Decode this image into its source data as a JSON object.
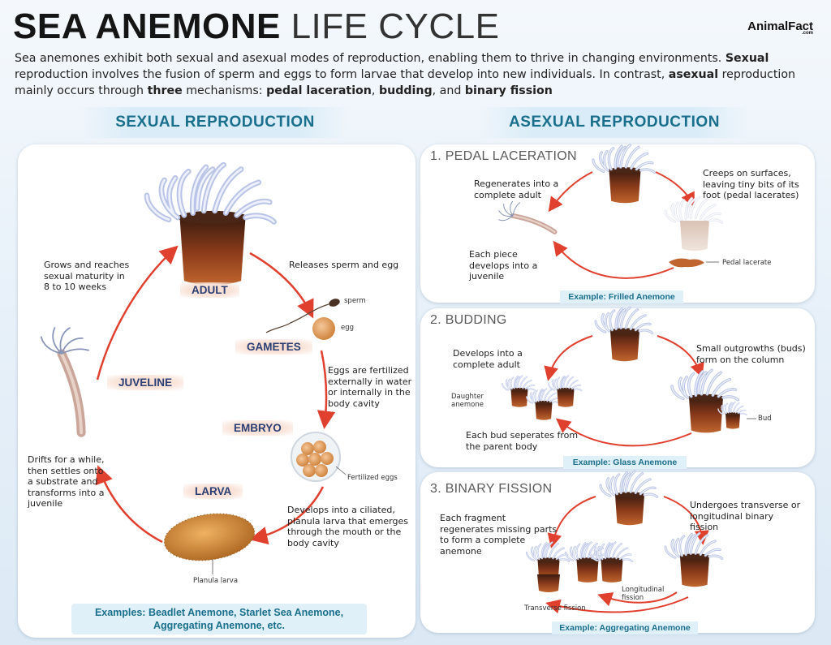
{
  "header": {
    "title_bold": "SEA ANEMONE",
    "title_light": "LIFE CYCLE",
    "brand": "AnimalFact",
    "brand_sub": ".com"
  },
  "intro": {
    "p1": "Sea anemones exhibit both sexual and asexual modes of reproduction, enabling them to thrive in changing environments. ",
    "b1": "Sexual",
    "p2": " reproduction involves the fusion of sperm and eggs to form larvae that develop into new individuals. In contrast, ",
    "b2": "asexual",
    "p3": " reproduction mainly occurs through ",
    "b3": "three",
    "p4": " mechanisms: ",
    "b4": "pedal laceration",
    "p5": ", ",
    "b5": "budding",
    "p6": ", and ",
    "b6": "binary fission"
  },
  "sexual": {
    "heading": "SEXUAL REPRODUCTION",
    "stages": {
      "adult": "ADULT",
      "gametes": "GAMETES",
      "embryo": "EMBRYO",
      "larva": "LARVA",
      "juveline": "JUVELINE"
    },
    "labels": {
      "releases": "Releases sperm and egg",
      "sperm": "sperm",
      "egg": "egg",
      "fertilized": "Eggs are fertilized externally in water or internally in the body cavity",
      "fertilized_eggs": "Fertilized eggs",
      "develops": "Develops into a ciliated, planula larva that emerges through the mouth or the body cavity",
      "planula": "Planula larva",
      "drifts": "Drifts for a while, then settles onto a substrate and transforms into a juvenile",
      "grows": "Grows and reaches sexual maturity in 8 to 10 weeks"
    },
    "example": "Examples: Beadlet Anemone, Starlet Sea Anemone, Aggregating Anemone, etc."
  },
  "asexual": {
    "heading": "ASEXUAL REPRODUCTION",
    "pedal": {
      "title": "1. PEDAL LACERATION",
      "regenerates": "Regenerates into a complete adult",
      "creeps": "Creeps on surfaces, leaving tiny bits of its foot (pedal lacerates)",
      "each_piece": "Each piece develops into a juvenile",
      "pedal_lacerate": "Pedal lacerate",
      "example": "Example: Frilled Anemone"
    },
    "budding": {
      "title": "2. BUDDING",
      "develops": "Develops into a complete adult",
      "small": "Small outgrowths (buds) form on the column",
      "daughter": "Daughter anemone",
      "bud": "Bud",
      "each_bud": "Each bud seperates from the parent body",
      "example": "Example: Glass Anemone"
    },
    "fission": {
      "title": "3. BINARY FISSION",
      "each_fragment": "Each fragment regenerates missing parts to form a complete anemone",
      "undergoes": "Undergoes transverse or longitudinal binary fission",
      "longitudinal": "Longitudinal fission",
      "transverse": "Transverse fission",
      "example": "Example: Aggregating Anemone"
    }
  },
  "colors": {
    "arrow": "#e0402e",
    "heading": "#1a6f8c",
    "stage_text": "#2a3e74",
    "column": "#8a3a1a",
    "tentacle": "#b9c4e6"
  }
}
